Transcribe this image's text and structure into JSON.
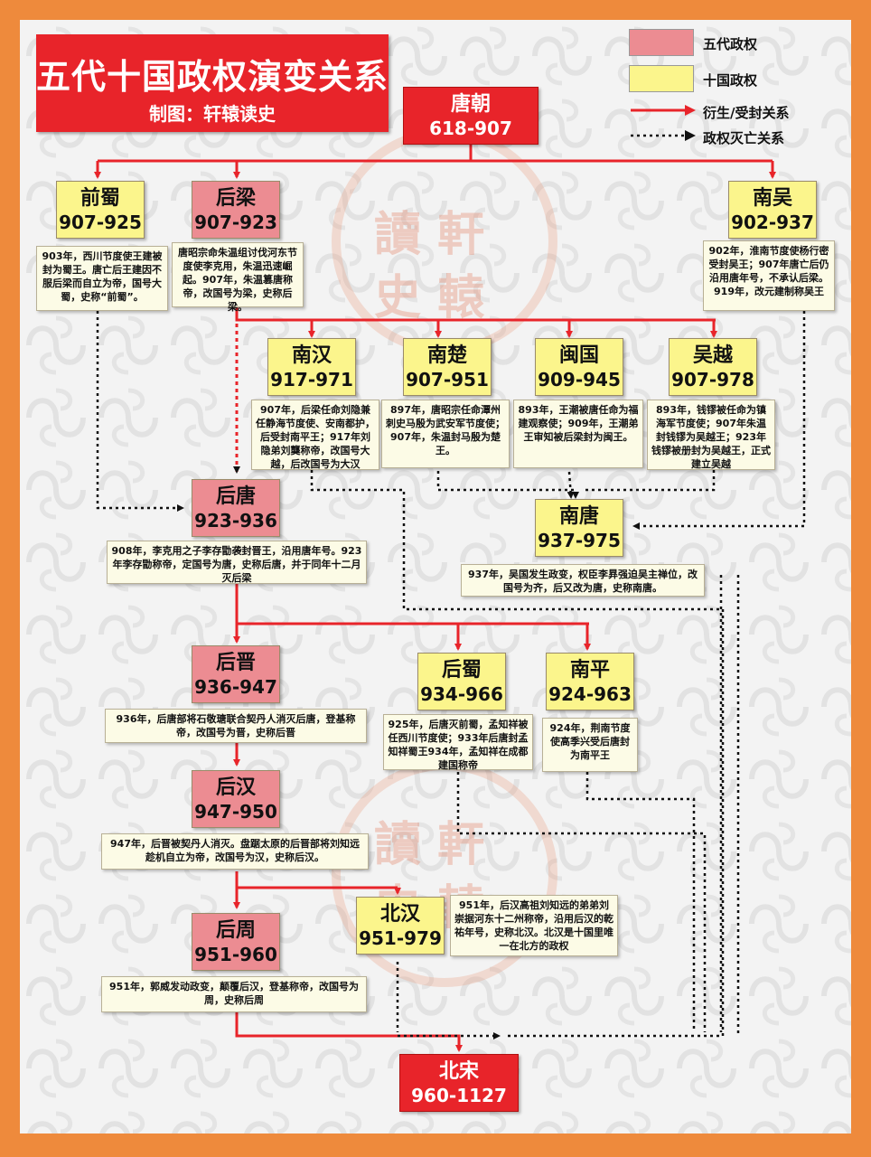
{
  "title": "五代十国政权演变关系",
  "subtitle": "制图：轩辕读史",
  "legend": [
    {
      "label": "五代政权",
      "color": "#ec8c92"
    },
    {
      "label": "十国政权",
      "color": "#fbf58c"
    },
    {
      "label": "衍生/受封关系"
    },
    {
      "label": "政权灭亡关系"
    }
  ],
  "watermark": "讀軒史轅",
  "nodes": {
    "tang": {
      "name": "唐朝",
      "years": "618-907"
    },
    "qianshu": {
      "name": "前蜀",
      "years": "907-925",
      "note": "903年，西川节度使王建被封为蜀王。唐亡后王建因不服后梁而自立为帝，国号大蜀，史称“前蜀”。"
    },
    "houliang": {
      "name": "后梁",
      "years": "907-923",
      "note": "唐昭宗命朱温组讨伐河东节度使李克用，朱温迅速崛起。907年，朱温篡唐称帝，改国号为梁，史称后梁。"
    },
    "nanwu": {
      "name": "南吴",
      "years": "902-937",
      "note": "902年，淮南节度使杨行密受封吴王；907年唐亡后仍沿用唐年号，不承认后梁。919年，改元建制称吴王"
    },
    "nanhan": {
      "name": "南汉",
      "years": "917-971",
      "note": "907年，后梁任命刘隐兼任静海节度使、安南都护，后受封南平王；917年刘隐弟刘龑称帝，改国号大越，后改国号为大汉"
    },
    "nanchu": {
      "name": "南楚",
      "years": "907-951",
      "note": "897年，唐昭宗任命潭州刺史马殷为武安军节度使；907年，朱温封马殷为楚王。"
    },
    "minguo": {
      "name": "闽国",
      "years": "909-945",
      "note": "893年，王潮被唐任命为福建观察使；909年，王潮弟王审知被后梁封为闽王。"
    },
    "wuyue": {
      "name": "吴越",
      "years": "907-978",
      "note": "893年，钱镠被任命为镇海军节度使；907年朱温封钱镠为吴越王；923年钱镠被册封为吴越王，正式建立吴越"
    },
    "houtang": {
      "name": "后唐",
      "years": "923-936",
      "note": "908年，李克用之子李存勖袭封晋王，沿用唐年号。923年李存勖称帝，定国号为唐，史称后唐，并于同年十二月灭后梁"
    },
    "nantang": {
      "name": "南唐",
      "years": "937-975",
      "note": "937年，吴国发生政变，权臣李昪强迫吴主禅位，改国号为齐，后又改为唐，史称南唐。"
    },
    "houjin": {
      "name": "后晋",
      "years": "936-947",
      "note": "936年，后唐部将石敬瑭联合契丹人消灭后唐，登基称帝，改国号为晋，史称后晋"
    },
    "houshu": {
      "name": "后蜀",
      "years": "934-966",
      "note": "925年，后唐灭前蜀，孟知祥被任西川节度使；933年后唐封孟知祥蜀王934年，孟知祥在成都建国称帝"
    },
    "nanping": {
      "name": "南平",
      "years": "924-963",
      "note": "924年，荆南节度使高季兴受后唐封为南平王"
    },
    "houhan": {
      "name": "后汉",
      "years": "947-950",
      "note": "947年，后晋被契丹人消灭。盘踞太原的后晋部将刘知远趁机自立为帝，改国号为汉，史称后汉。"
    },
    "beihan": {
      "name": "北汉",
      "years": "951-979",
      "note": "951年，后汉高祖刘知远的弟弟刘崇据河东十二州称帝，沿用后汉的乾祐年号，史称北汉。北汉是十国里唯 一在北方的政权"
    },
    "houzhou": {
      "name": "后周",
      "years": "951-960",
      "note": "951年，郭威发动政变，颠覆后汉，登基称帝，改国号为周，史称后周"
    },
    "beisong": {
      "name": "北宋",
      "years": "960-1127"
    }
  }
}
